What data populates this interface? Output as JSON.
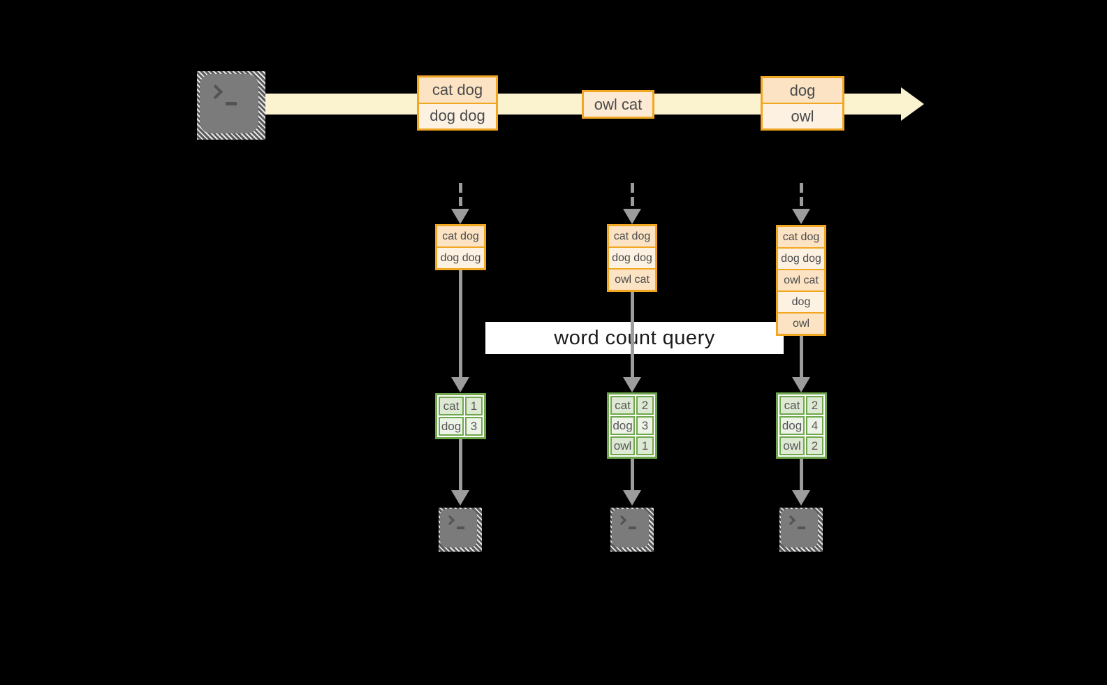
{
  "band": {
    "label": "word count query"
  },
  "stream": {
    "messages": [
      {
        "rows": [
          "cat dog",
          "dog dog"
        ]
      },
      {
        "rows": [
          "owl cat"
        ]
      },
      {
        "rows": [
          "dog",
          "owl"
        ]
      }
    ]
  },
  "stacks": [
    {
      "rows": [
        "cat dog",
        "dog dog"
      ]
    },
    {
      "rows": [
        "cat dog",
        "dog dog",
        "owl cat"
      ]
    },
    {
      "rows": [
        "cat dog",
        "dog dog",
        "owl cat",
        "dog",
        "owl"
      ]
    }
  ],
  "tables": [
    {
      "rows": [
        {
          "word": "cat",
          "count": "1"
        },
        {
          "word": "dog",
          "count": "3"
        }
      ]
    },
    {
      "rows": [
        {
          "word": "cat",
          "count": "2"
        },
        {
          "word": "dog",
          "count": "3"
        },
        {
          "word": "owl",
          "count": "1"
        }
      ]
    },
    {
      "rows": [
        {
          "word": "cat",
          "count": "2"
        },
        {
          "word": "dog",
          "count": "4"
        },
        {
          "word": "owl",
          "count": "2"
        }
      ]
    }
  ],
  "icons": {
    "terminal_prompt": "❯_",
    "stream_arrow": "→",
    "flow_arrow": "↓"
  },
  "colors": {
    "background": "#000000",
    "stream_fill": "#fbf2cf",
    "record_border": "#f1a722",
    "record_fill_dark": "#fbe3c4",
    "record_fill_light": "#fdf2e2",
    "table_border": "#6fa84c",
    "table_fill_dark": "#dde9d2",
    "table_fill_light": "#eef3e8",
    "arrow_gray": "#9c9c9c",
    "terminal_gray": "#7b7b7b",
    "band_background": "#ffffff"
  }
}
